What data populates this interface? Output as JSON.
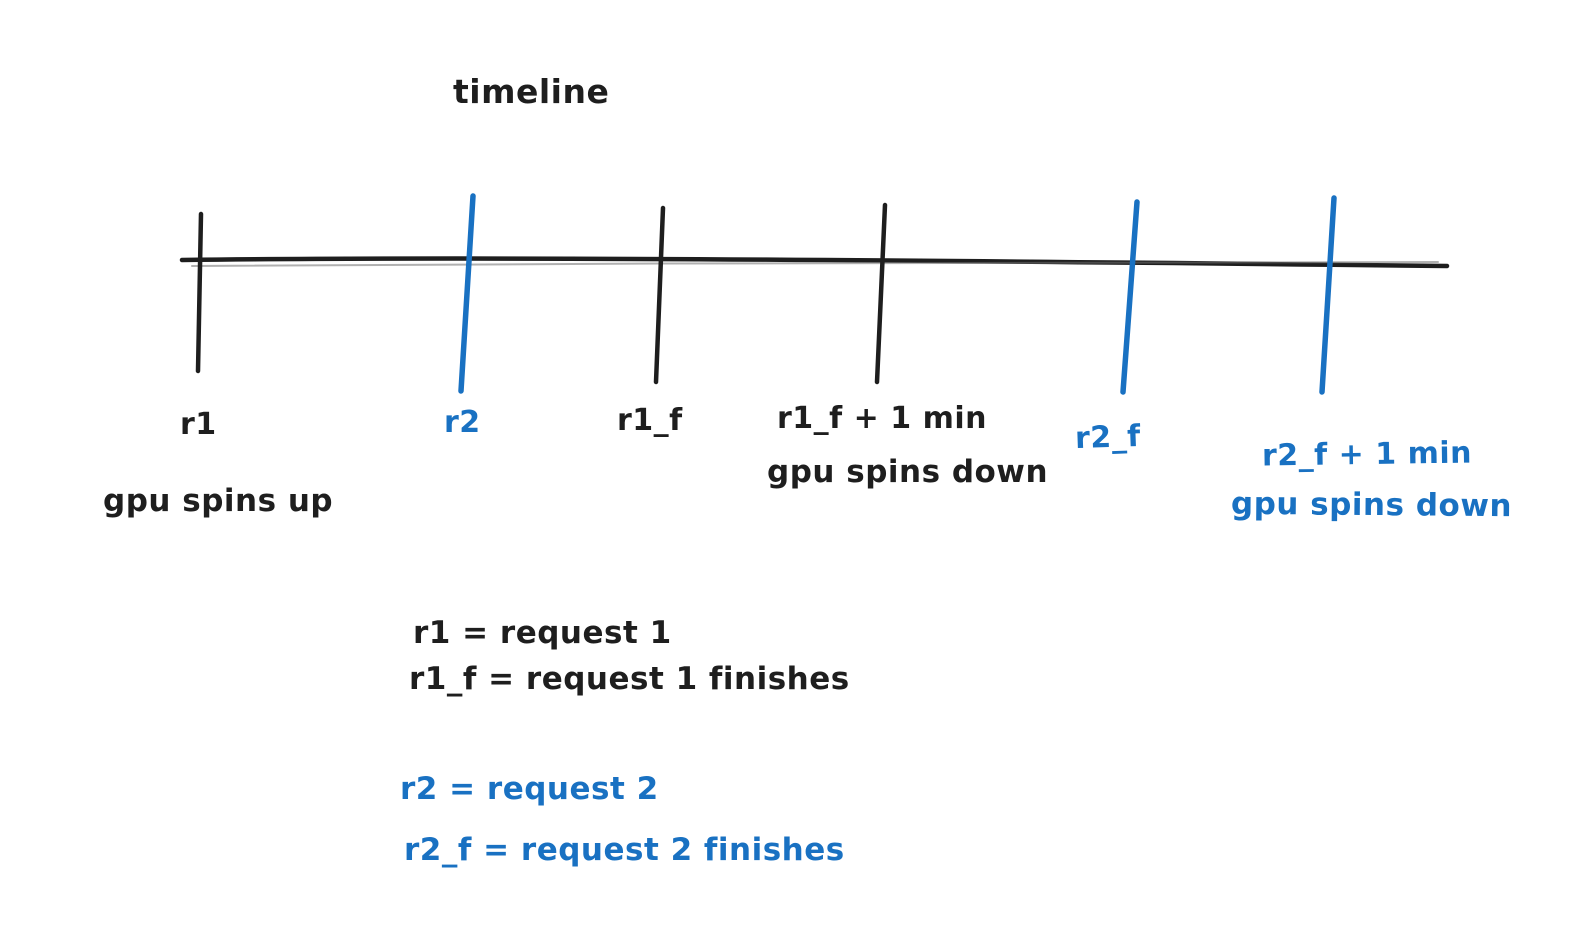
{
  "colors": {
    "ink": "#1e1e1e",
    "accent": "#1971c2",
    "background": "#ffffff"
  },
  "diagram": {
    "title": "timeline",
    "ticks": [
      {
        "label": "r1",
        "sublabel": "gpu spins up",
        "color": "ink"
      },
      {
        "label": "r2",
        "sublabel": "",
        "color": "accent"
      },
      {
        "label": "r1_f",
        "sublabel": "",
        "color": "ink"
      },
      {
        "label": "r1_f + 1 min",
        "sublabel": "gpu spins down",
        "color": "ink"
      },
      {
        "label": "r2_f",
        "sublabel": "",
        "color": "accent"
      },
      {
        "label": "r2_f + 1 min",
        "sublabel": "gpu spins down",
        "color": "accent"
      }
    ],
    "legend": [
      {
        "text": "r1 = request 1",
        "color": "ink"
      },
      {
        "text": "r1_f = request 1 finishes",
        "color": "ink"
      },
      {
        "text": "r2 = request 2",
        "color": "accent"
      },
      {
        "text": "r2_f = request 2 finishes",
        "color": "accent"
      }
    ]
  }
}
